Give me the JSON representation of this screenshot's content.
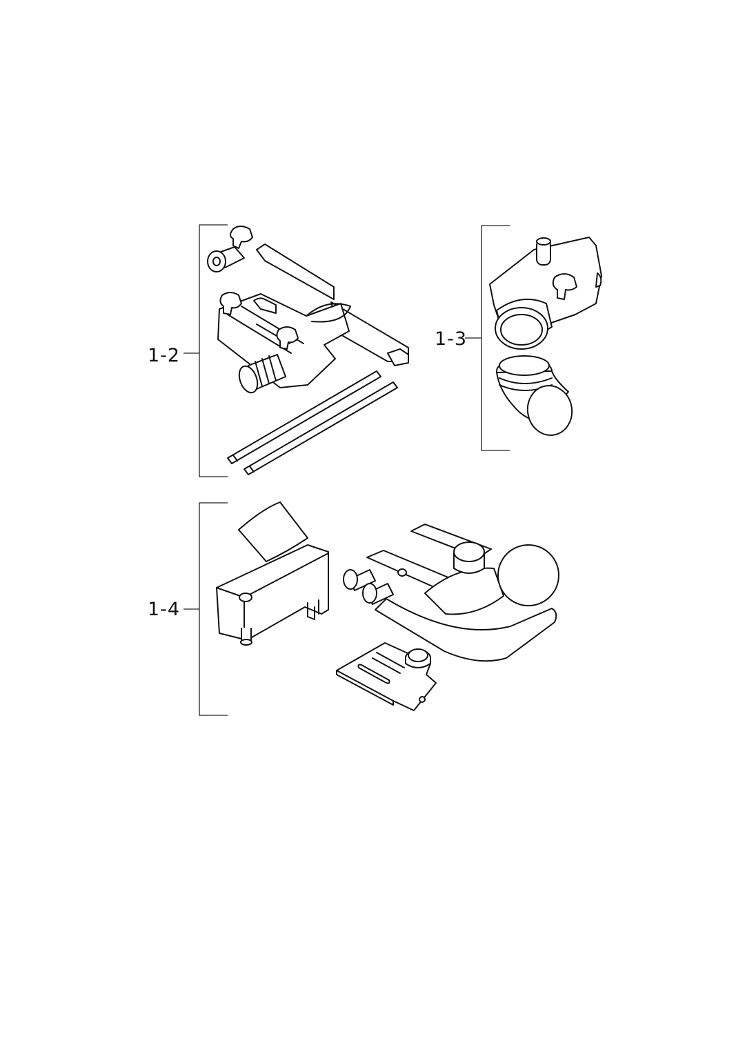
{
  "figure": {
    "callouts": [
      {
        "id": "1-2",
        "label": "1-2"
      },
      {
        "id": "1-3",
        "label": "1-3"
      },
      {
        "id": "1-4",
        "label": "1-4"
      }
    ]
  },
  "colors": {
    "line": "#111111",
    "background": "#ffffff"
  }
}
